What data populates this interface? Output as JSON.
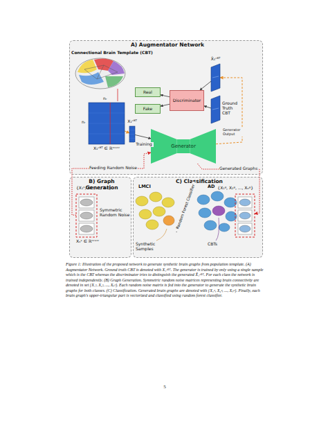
{
  "diagram": {
    "caption": "Figure 1: Illustration of the proposed network to generate synthetic brain graphs from population template. (A) Augmentator Network. Ground truth CBT is denoted with X₁ᶜᴮᵀ. The generator is trained by only using a single sample which is the CBT whereas the discriminator tries to distinguish the generated X̂₁ᶜᴮᵀ. For each class the network is trained independently. (B) Graph Generation. Symmetric random noise matrices representing brain connectivity are denoted in set {X₁ˢ, X₂ˢ, ..., Xₙˢ}. Each random noise matrix is fed into the generator to generate the synthetic brain graphs for both classes. (C) Classification. Generated brain graphs are denoted with {X₁ᵍ, X₂ᵍ, ..., Xₙᵍ}. Finally, each brain graph's upper-triangular part is vectorized and classified using random forest classifier.",
    "nodes": [
      {
        "text": [
          "A) Augmentator Network"
        ]
      },
      {
        "text": [
          "Real"
        ],
        "in": 0
      },
      {
        "text": [
          "Fake"
        ],
        "in": 0
      },
      {
        "text": [
          "Discriminator"
        ],
        "in": 0
      },
      {
        "text": [
          "Generator"
        ],
        "in": 0
      },
      {
        "text": [
          "X̂₁ᶜᴮᵀ"
        ],
        "in": 0
      },
      {
        "text": [
          "Ground Truth CBT"
        ],
        "in": 0
      },
      {
        "text": [
          "X₁ᶜᴮᵀ"
        ],
        "in": 0
      },
      {
        "text": [
          "X₁ᶜᴮᵀ ∈ ℝⁿʳˣⁿʳ"
        ],
        "in": 0
      },
      {
        "text": [
          "B) Graph Generation"
        ]
      },
      {
        "text": [
          "{X₁ˢ, X₂ˢ, ..., Xₙˢ}",
          "Symmetric Random Noise",
          "Xₙˢ ∈ ℝⁿʳˣⁿʳ"
        ],
        "in": 9
      },
      {
        "text": [
          "C) Classification"
        ]
      },
      {
        "text": [
          "{X₁ᵍ, X₂ᵍ, ..., Xₙᵍ}"
        ],
        "in": 11
      }
    ],
    "edges": [
      {
        "from": 3,
        "to": 1,
        "arrow": "to"
      },
      {
        "from": 3,
        "to": 2,
        "arrow": "to"
      },
      {
        "from": 8,
        "to": 7,
        "arrow": "to"
      },
      {
        "from": 7,
        "to": 4,
        "label": "Training",
        "arrow": "to"
      },
      {
        "from": 4,
        "to": 5,
        "label": "Generator Output",
        "arrow": "to"
      },
      {
        "from": 5,
        "to": 3,
        "arrow": "to"
      },
      {
        "from": 6,
        "to": 3,
        "arrow": "to"
      },
      {
        "from": 10,
        "to": 4,
        "label": "Feeding Random Noise",
        "arrow": "to"
      },
      {
        "from": 4,
        "to": 12,
        "label": "Generated Graphs",
        "arrow": "to"
      }
    ],
    "labels": [
      "Connectional Brain Template (CBT)",
      "nᵣ",
      "nᵣ",
      "LMCI",
      "AD",
      "Random Forest Classifier",
      "Synthetic Samples",
      "CBTs",
      "5"
    ]
  }
}
